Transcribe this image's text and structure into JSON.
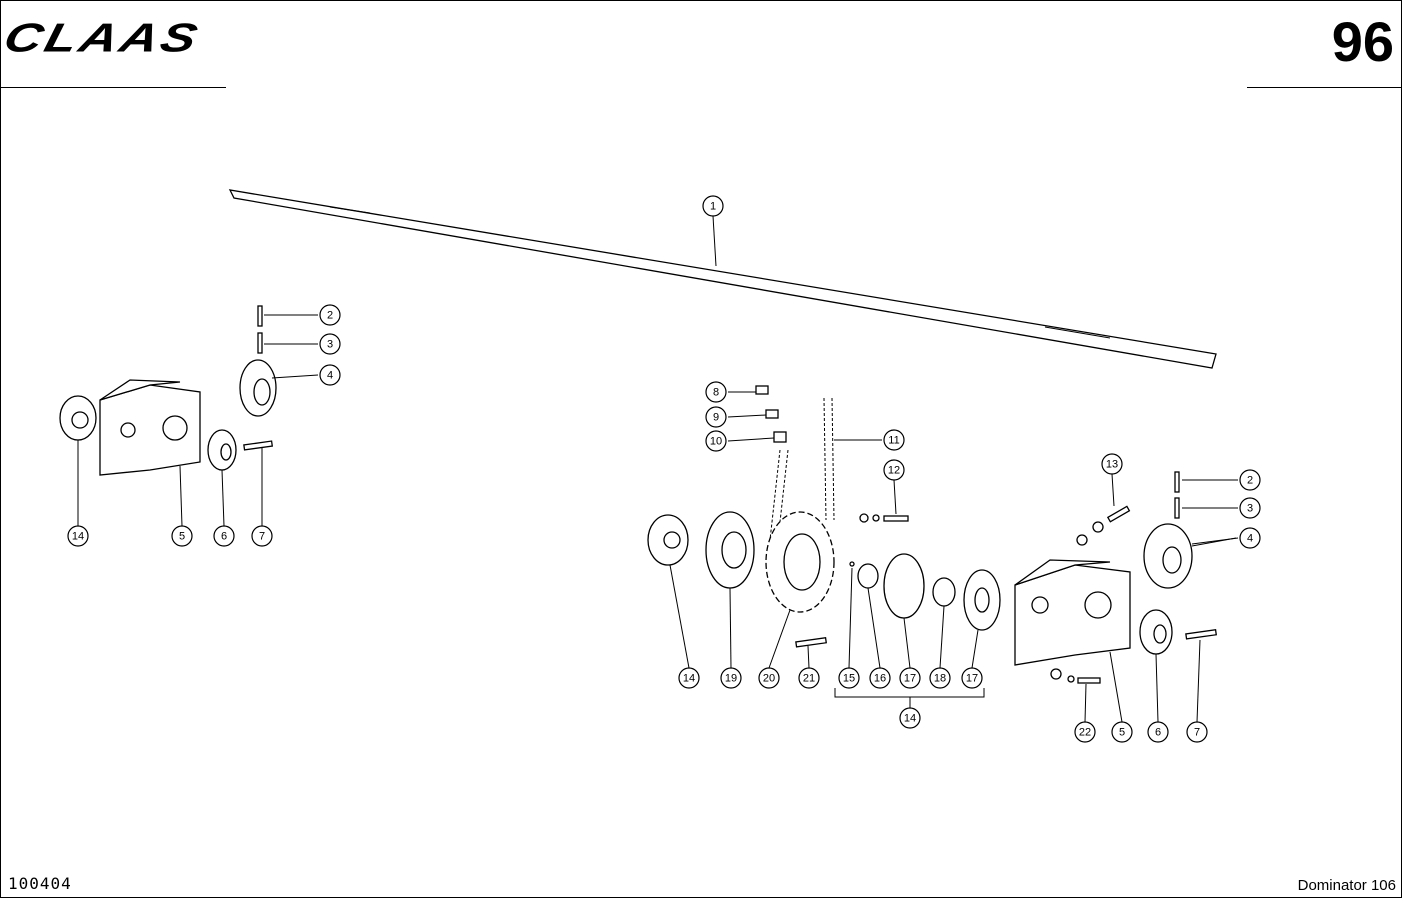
{
  "header": {
    "brand": "CLAAS",
    "page_number": "96"
  },
  "footer": {
    "doc_number": "100404",
    "model": "Dominator 106"
  },
  "callouts": [
    {
      "label": "1"
    },
    {
      "label": "2"
    },
    {
      "label": "3"
    },
    {
      "label": "4"
    },
    {
      "label": "14"
    },
    {
      "label": "5"
    },
    {
      "label": "6"
    },
    {
      "label": "7"
    },
    {
      "label": "8"
    },
    {
      "label": "9"
    },
    {
      "label": "10"
    },
    {
      "label": "11"
    },
    {
      "label": "12"
    },
    {
      "label": "13"
    },
    {
      "label": "2"
    },
    {
      "label": "3"
    },
    {
      "label": "4"
    },
    {
      "label": "14"
    },
    {
      "label": "19"
    },
    {
      "label": "20"
    },
    {
      "label": "21"
    },
    {
      "label": "15"
    },
    {
      "label": "16"
    },
    {
      "label": "17"
    },
    {
      "label": "18"
    },
    {
      "label": "17"
    },
    {
      "label": "14"
    },
    {
      "label": "22"
    },
    {
      "label": "5"
    },
    {
      "label": "6"
    },
    {
      "label": "7"
    }
  ]
}
